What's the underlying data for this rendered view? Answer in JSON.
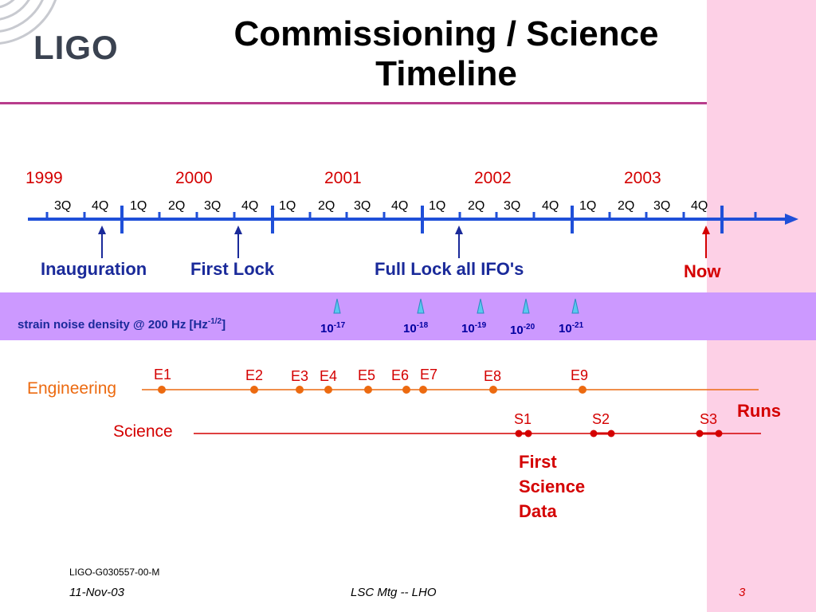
{
  "slide": {
    "logo_text": "LIGO",
    "title_line1": "Commissioning / Science",
    "title_line2": "Timeline"
  },
  "timeline": {
    "years": [
      "1999",
      "2000",
      "2001",
      "2002",
      "2003"
    ],
    "quarters": [
      "3Q",
      "4Q",
      "1Q",
      "2Q",
      "3Q",
      "4Q",
      "1Q",
      "2Q",
      "3Q",
      "4Q",
      "1Q",
      "2Q",
      "3Q",
      "4Q",
      "1Q",
      "2Q",
      "3Q",
      "4Q"
    ],
    "milestones": [
      {
        "label": "Inauguration",
        "color": "#1a2a9a"
      },
      {
        "label": "First Lock",
        "color": "#1a2a9a"
      },
      {
        "label": "Full Lock all IFO's",
        "color": "#1a2a9a"
      },
      {
        "label": "Now",
        "color": "#d40000"
      }
    ]
  },
  "sensitivity": {
    "label_main": "strain noise density @ 200 Hz [Hz",
    "label_exp": "-1/2",
    "label_close": "]",
    "values": [
      {
        "base": "10",
        "exp": "-17"
      },
      {
        "base": "10",
        "exp": "-18"
      },
      {
        "base": "10",
        "exp": "-19"
      },
      {
        "base": "10",
        "exp": "-20"
      },
      {
        "base": "10",
        "exp": "-21"
      }
    ]
  },
  "runs": {
    "engineering_label": "Engineering",
    "science_label": "Science",
    "runs_label": "Runs",
    "engineering": [
      "E1",
      "E2",
      "E3",
      "E4",
      "E5",
      "E6",
      "E7",
      "E8",
      "E9"
    ],
    "science": [
      "S1",
      "S2",
      "S3"
    ],
    "first_science_data": [
      "First",
      "Science",
      "Data"
    ]
  },
  "footer": {
    "doc_id": "LIGO-G030557-00-M",
    "date": "11-Nov-03",
    "meeting": "LSC Mtg -- LHO",
    "page": "3"
  },
  "colors": {
    "accent_pink": "#fdd0e6",
    "rule_magenta": "#b83c8c",
    "band_purple": "#cc99ff",
    "timeline_blue": "#1f4fd8",
    "engineering_orange": "#ec6a10",
    "science_red": "#d40000"
  }
}
